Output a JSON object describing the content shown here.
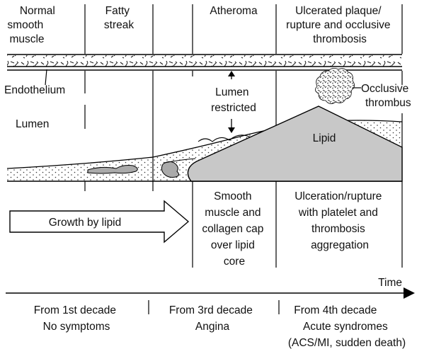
{
  "stages": {
    "normal": [
      "Normal",
      "smooth",
      "muscle"
    ],
    "fatty": [
      "Fatty",
      "streak"
    ],
    "atheroma": "Atheroma",
    "ulcerated": [
      "Ulcerated plaque/",
      "rupture and occlusive",
      "thrombosis"
    ]
  },
  "labels": {
    "endothelium": "Endothelium",
    "lumen": "Lumen",
    "lumen_restricted": [
      "Lumen",
      "restricted"
    ],
    "occlusive_thrombus": [
      "Occlusive",
      "thrombus"
    ],
    "lipid": "Lipid",
    "growth_by_lipid": "Growth by lipid"
  },
  "descriptions": {
    "atheroma": [
      "Smooth",
      "muscle and",
      "collagen cap",
      "over lipid",
      "core"
    ],
    "ulceration": [
      "Ulceration/rupture",
      "with platelet and",
      "thrombosis",
      "aggregation"
    ]
  },
  "timeline": {
    "axis_label": "Time",
    "periods": [
      {
        "decade": "From 1st decade",
        "outcome": [
          "No symptoms"
        ]
      },
      {
        "decade": "From 3rd decade",
        "outcome": [
          "Angina"
        ]
      },
      {
        "decade": "From 4th decade",
        "outcome": [
          "Acute syndromes",
          "(ACS/MI, sudden death)"
        ]
      }
    ]
  }
}
